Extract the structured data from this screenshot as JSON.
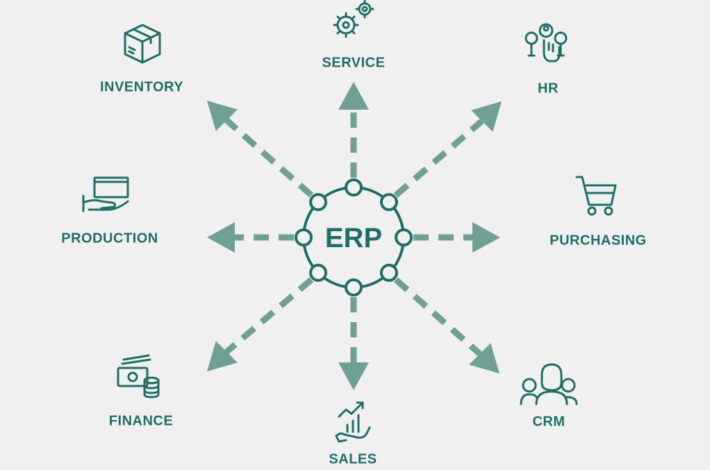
{
  "center": {
    "label": "ERP"
  },
  "colors": {
    "background": "#f0f0f0",
    "label": "#1d6f66",
    "arrow": "#6fa096",
    "hub": "#1d6f66",
    "icon": "#1d6f66"
  },
  "modules": [
    {
      "id": "service",
      "label": "SERVICE",
      "icon": "gears-icon"
    },
    {
      "id": "hr",
      "label": "HR",
      "icon": "people-network-icon"
    },
    {
      "id": "purchasing",
      "label": "PURCHASING",
      "icon": "shopping-cart-icon"
    },
    {
      "id": "crm",
      "label": "CRM",
      "icon": "group-of-people-icon"
    },
    {
      "id": "sales",
      "label": "SALES",
      "icon": "growth-chart-hand-icon"
    },
    {
      "id": "finance",
      "label": "FINANCE",
      "icon": "cash-and-coins-icon"
    },
    {
      "id": "production",
      "label": "PRODUCTION",
      "icon": "box-on-hand-icon"
    },
    {
      "id": "inventory",
      "label": "INVENTORY",
      "icon": "package-box-icon"
    }
  ]
}
